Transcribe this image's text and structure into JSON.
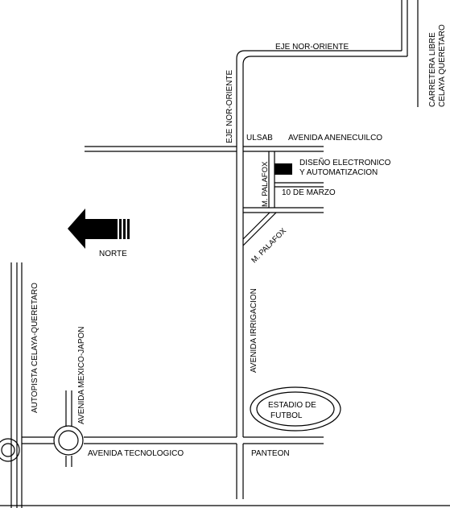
{
  "map": {
    "colors": {
      "background": "#ffffff",
      "ink": "#000000"
    },
    "north": {
      "label": "NORTE",
      "icon": "north-arrow-icon"
    },
    "streets": {
      "eje_top": "EJE NOR-ORIENTE",
      "eje_vertical": "EJE NOR-ORIENTE",
      "carretera_line1": "CARRETERA LIBRE",
      "carretera_line2": "CELAYA QUERETARO",
      "ulsab": "ULSAB",
      "anenecuilco": "AVENIDA ANENECUILCO",
      "m_palafox_vertical": "M. PALAFOX",
      "m_palafox_diagonal": "M. PALAFOX",
      "diez_de_marzo": "10 DE MARZO",
      "irrigacion": "AVENIDA IRRIGACION",
      "autopista": "AUTOPISTA CELAYA-QUERETARO",
      "mexico_japon": "AVENIDA MEXICO-JAPON",
      "tecnologico": "AVENIDA TECNOLOGICO",
      "panteon": "PANTEON"
    },
    "destination": {
      "line1": "DISEÑO ELECTRONICO",
      "line2": "Y AUTOMATIZACION",
      "icon": "location-marker-icon"
    },
    "stadium": {
      "line1": "ESTADIO DE",
      "line2": "FUTBOL"
    }
  }
}
